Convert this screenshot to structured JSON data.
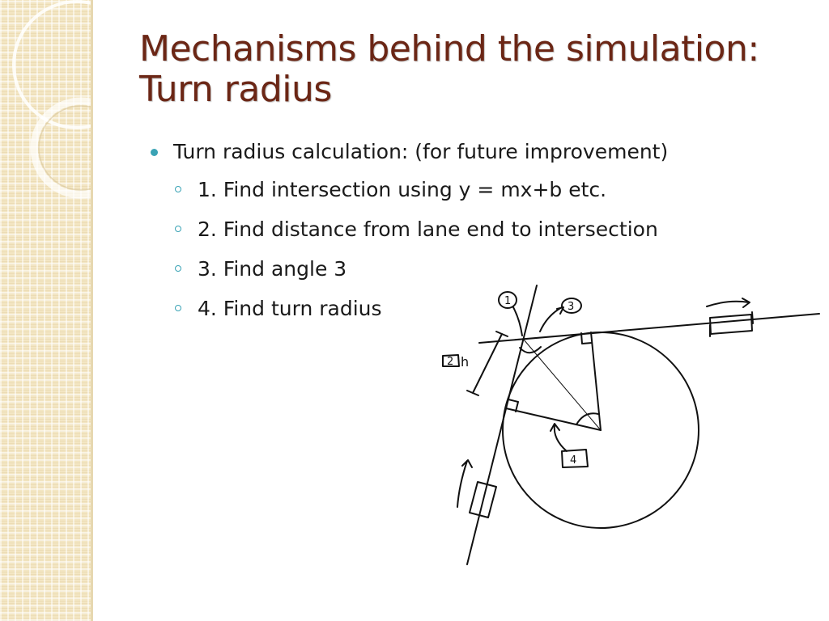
{
  "slide": {
    "title_line1": "Mechanisms behind the simulation:",
    "title_line2": "Turn radius",
    "bullet": "Turn radius calculation: (for future improvement)",
    "steps": [
      "1. Find intersection using y = mx+b etc.",
      "2. Find distance from lane end to intersection",
      "3. Find angle 3",
      "4. Find turn radius"
    ]
  },
  "diagram": {
    "labels": [
      "1",
      "3",
      "2",
      "h",
      "4"
    ]
  },
  "colors": {
    "title": "#6b2615",
    "bullet": "#3aa3b5",
    "sidebar": "#f3e6c3"
  }
}
